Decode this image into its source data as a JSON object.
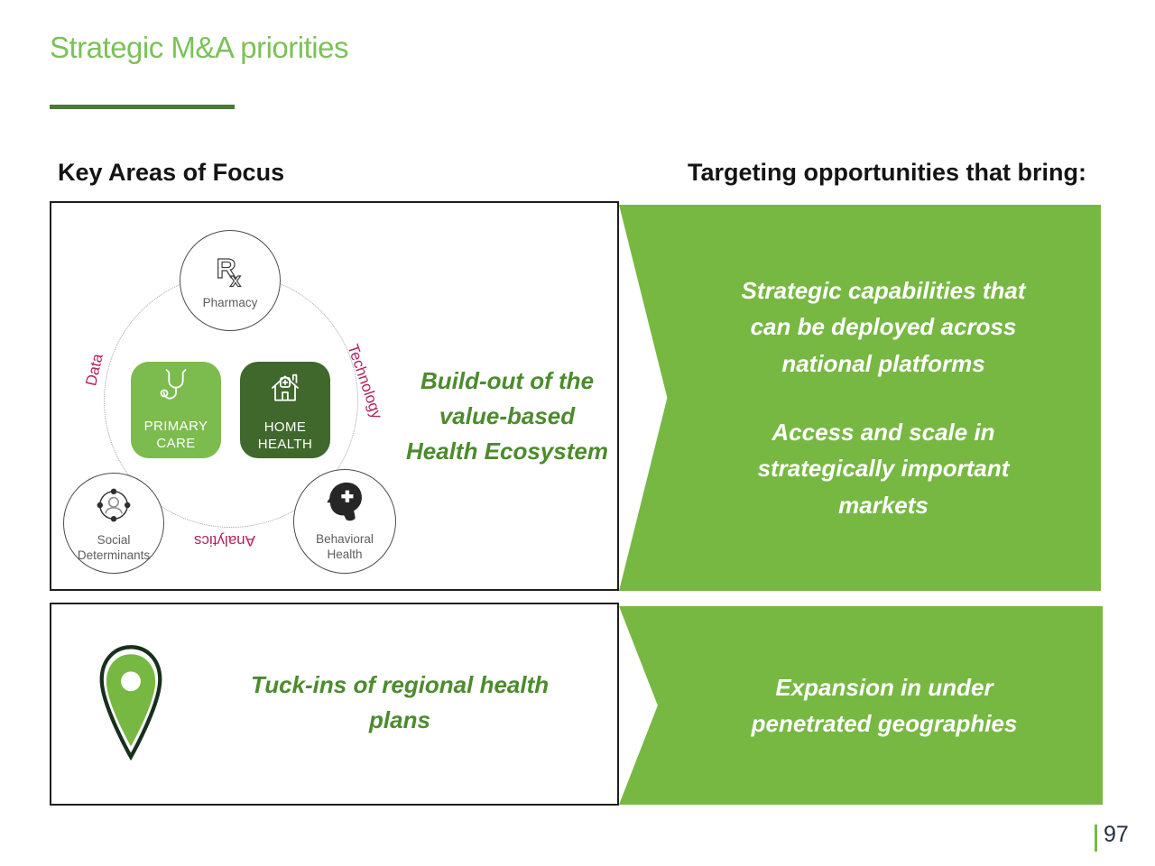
{
  "slide": {
    "title": "Strategic M&A priorities",
    "page_number": "97"
  },
  "headers": {
    "left": "Key Areas of Focus",
    "right": "Targeting opportunities that bring:"
  },
  "ecosystem": {
    "rx_r": "R",
    "rx_x": "x",
    "pharmacy": "Pharmacy",
    "primary_care": "PRIMARY\nCARE",
    "home_health": "HOME\nHEALTH",
    "social_determinants": "Social\nDeterminants",
    "behavioral_health": "Behavioral\nHealth",
    "connector_data": "Data",
    "connector_technology": "Technology",
    "connector_analytics": "Analytics",
    "caption": "Build-out of the\nvalue-based\nHealth Ecosystem"
  },
  "tuck_ins": {
    "caption": "Tuck-ins of regional health\nplans"
  },
  "benefits": {
    "capabilities": "Strategic capabilities that\ncan be deployed across\nnational platforms",
    "access": "Access and scale in\nstrategically important\nmarkets",
    "expansion": "Expansion in under\npenetrated geographies"
  },
  "icons": {
    "pharmacy": "rx-icon",
    "primary_care": "stethoscope-icon",
    "home_health": "home-health-cross-icon",
    "social_determinants": "person-network-icon",
    "behavioral_health": "head-cross-icon",
    "tuck_ins": "map-pin-icon"
  },
  "colors": {
    "title_green": "#7cc158",
    "banner_green": "#77b843",
    "primary_care_green": "#7cbb4e",
    "home_health_green": "#41682c",
    "caption_green": "#4c8b2d",
    "underline_green": "#4a7a33",
    "connector_magenta": "#b02360",
    "page_number_navy": "#233040"
  }
}
